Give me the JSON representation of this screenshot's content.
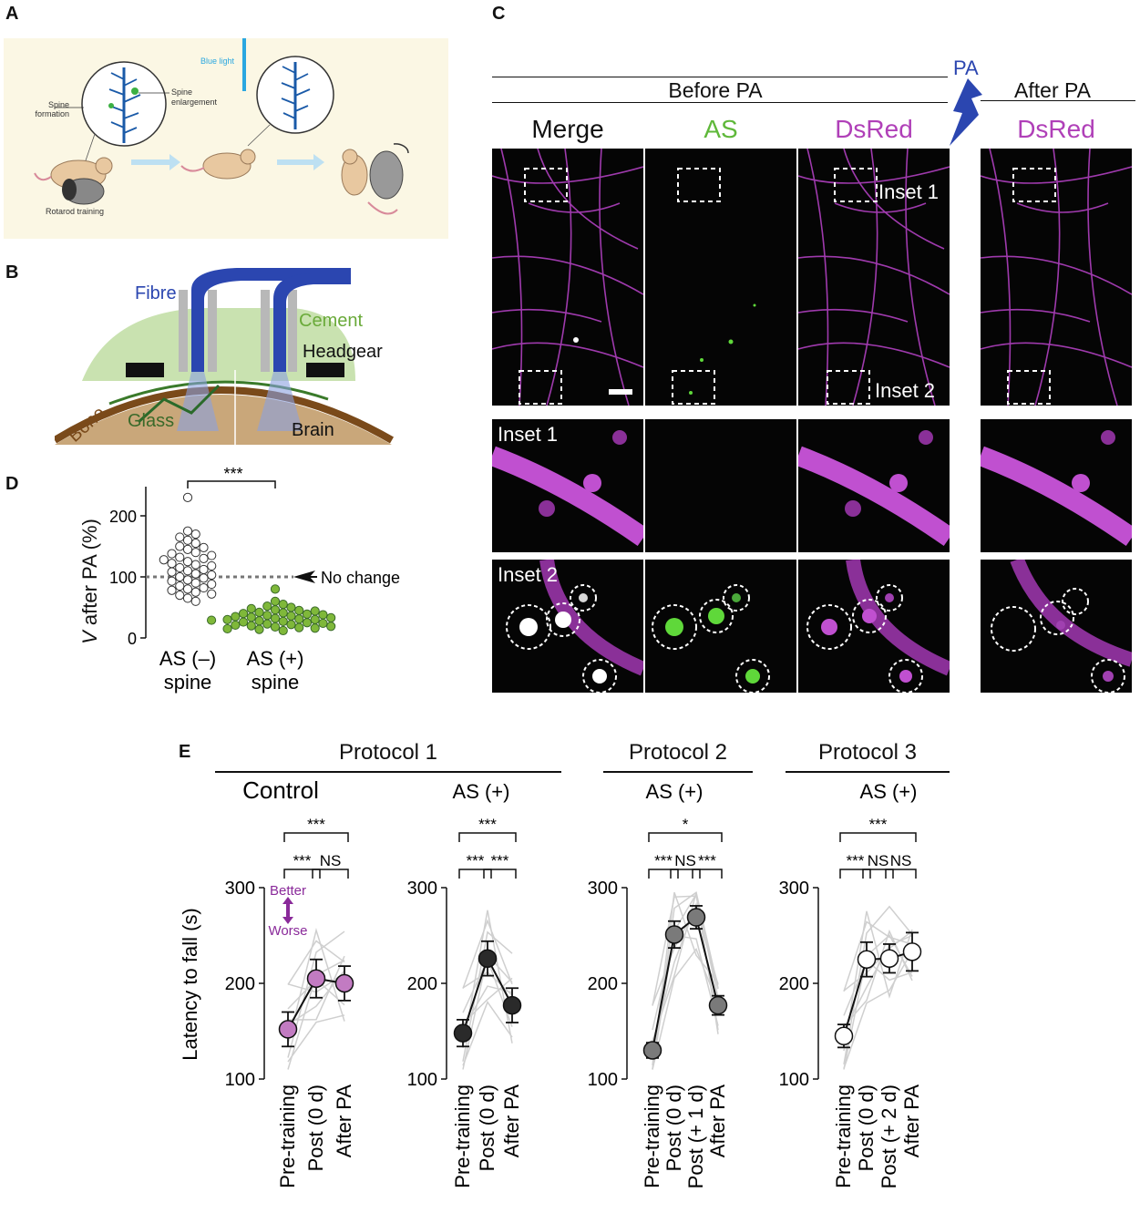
{
  "panel_labels": {
    "a": "A",
    "b": "B",
    "c": "C",
    "d": "D",
    "e": "E"
  },
  "panelA": {
    "blue_light": "Blue light",
    "spine_formation": "Spine formation",
    "spine_enlargement": "Spine enlargement",
    "rotarod": "Rotarod training"
  },
  "panelB": {
    "fibre": "Fibre",
    "cement": "Cement",
    "headgear": "Headgear",
    "bone": "Bone",
    "glass": "Glass",
    "brain": "Brain"
  },
  "panelC": {
    "before_pa": "Before PA",
    "after_pa": "After PA",
    "pa": "PA",
    "cols": [
      "Merge",
      "AS",
      "DsRed",
      "DsRed"
    ],
    "inset1": "Inset 1",
    "inset2": "Inset 2"
  },
  "panelD": {
    "ylabel_italic": "V",
    "ylabel_rest": " after PA (%)",
    "yticks": [
      "0",
      "100",
      "200"
    ],
    "sig": "***",
    "no_change": "No change",
    "group1_line1": "AS (–)",
    "group1_line2": "spine",
    "group2_line1": "AS (+)",
    "group2_line2": "spine",
    "colors": {
      "as_neg_fill": "#ffffff",
      "as_pos_fill": "#7fb83a"
    }
  },
  "panelE": {
    "ylabel": "Latency to fall (s)",
    "yticks": [
      "100",
      "200",
      "300"
    ],
    "protocols": [
      "Protocol 1",
      "Protocol 2",
      "Protocol 3"
    ],
    "better": "Better",
    "worse": "Worse"
  },
  "chart_data": [
    {
      "type": "scatter",
      "panel": "D",
      "categories": [
        "AS (–) spine",
        "AS (+) spine"
      ],
      "ylabel": "V after PA (%)",
      "ylim": [
        0,
        240
      ],
      "reference_line": 100,
      "series": [
        {
          "name": "AS (–) spine",
          "values": [
            230,
            175,
            170,
            165,
            160,
            155,
            150,
            148,
            145,
            140,
            138,
            135,
            132,
            130,
            128,
            125,
            122,
            120,
            118,
            115,
            112,
            110,
            108,
            105,
            103,
            100,
            98,
            95,
            93,
            90,
            88,
            85,
            82,
            80,
            78,
            75,
            72,
            70,
            65,
            60
          ]
        },
        {
          "name": "AS (+) spine",
          "values": [
            80,
            60,
            55,
            52,
            50,
            48,
            46,
            45,
            44,
            42,
            41,
            40,
            39,
            38,
            37,
            36,
            35,
            34,
            33,
            32,
            31,
            30,
            30,
            29,
            28,
            27,
            26,
            25,
            24,
            23,
            22,
            21,
            20,
            19,
            18,
            17,
            16,
            15,
            14,
            12
          ]
        }
      ]
    },
    {
      "type": "line",
      "panel": "E",
      "title": "Control",
      "categories": [
        "Pre-training",
        "Post (0 d)",
        "After PA"
      ],
      "values": [
        152,
        205,
        200
      ],
      "errors": [
        18,
        20,
        18
      ],
      "ylim": [
        100,
        300
      ],
      "brackets": [
        {
          "from": 0,
          "to": 1,
          "label": "***"
        },
        {
          "from": 1,
          "to": 2,
          "label": "NS"
        },
        {
          "from": 0,
          "to": 2,
          "label": "***"
        }
      ],
      "marker_color": "#c27bc2"
    },
    {
      "type": "line",
      "panel": "E",
      "title": "AS (+)",
      "categories": [
        "Pre-training",
        "Post (0 d)",
        "After PA"
      ],
      "values": [
        148,
        226,
        177
      ],
      "errors": [
        14,
        18,
        18
      ],
      "ylim": [
        100,
        300
      ],
      "brackets": [
        {
          "from": 0,
          "to": 1,
          "label": "***"
        },
        {
          "from": 1,
          "to": 2,
          "label": "***"
        },
        {
          "from": 0,
          "to": 2,
          "label": "***"
        }
      ],
      "marker_color": "#2a2a2a"
    },
    {
      "type": "line",
      "panel": "E",
      "title": "AS (+)",
      "categories": [
        "Pre-training",
        "Post (0 d)",
        "Post (+ 1 d)",
        "After PA"
      ],
      "values": [
        130,
        251,
        269,
        177
      ],
      "errors": [
        8,
        14,
        12,
        10
      ],
      "ylim": [
        100,
        300
      ],
      "brackets": [
        {
          "from": 0,
          "to": 1,
          "label": "***"
        },
        {
          "from": 1,
          "to": 2,
          "label": "NS"
        },
        {
          "from": 2,
          "to": 3,
          "label": "***"
        },
        {
          "from": 0,
          "to": 3,
          "label": "*"
        }
      ],
      "marker_color": "#7a7a7a"
    },
    {
      "type": "line",
      "panel": "E",
      "title": "AS (+)",
      "categories": [
        "Pre-training",
        "Post (0 d)",
        "Post (+ 2 d)",
        "After PA"
      ],
      "values": [
        145,
        225,
        226,
        233
      ],
      "errors": [
        12,
        18,
        15,
        20
      ],
      "ylim": [
        100,
        300
      ],
      "brackets": [
        {
          "from": 0,
          "to": 1,
          "label": "***"
        },
        {
          "from": 1,
          "to": 2,
          "label": "NS"
        },
        {
          "from": 2,
          "to": 3,
          "label": "NS"
        },
        {
          "from": 0,
          "to": 3,
          "label": "***"
        }
      ],
      "marker_color": "#ffffff"
    }
  ]
}
